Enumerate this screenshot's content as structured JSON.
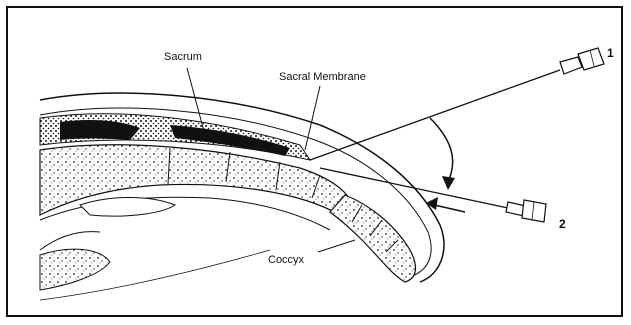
{
  "figure": {
    "labels": {
      "sacrum": "Sacrum",
      "sacral_membrane": "Sacral Membrane",
      "coccyx": "Coccyx",
      "needle_1": "1",
      "needle_2": "2"
    }
  }
}
